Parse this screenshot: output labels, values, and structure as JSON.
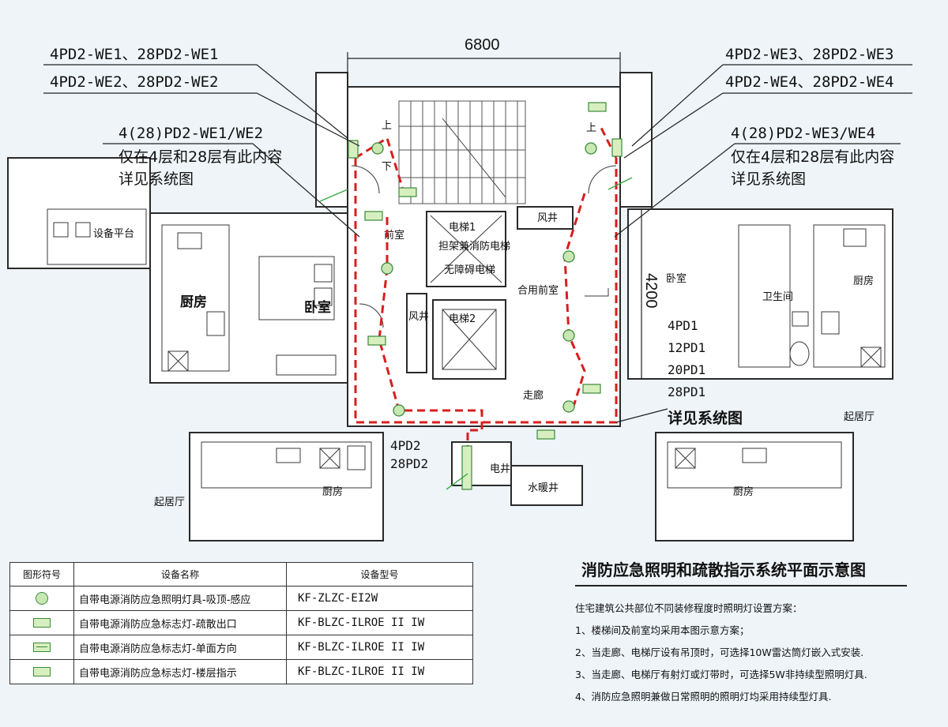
{
  "diagram": {
    "dimensions": {
      "width_label": "6800",
      "height_label": "4200"
    },
    "callouts": {
      "top_left_1": "4PD2-WE1、28PD2-WE1",
      "top_left_2": "4PD2-WE2、28PD2-WE2",
      "top_right_1": "4PD2-WE3、28PD2-WE3",
      "top_right_2": "4PD2-WE4、28PD2-WE4",
      "mid_left_1": "4(28)PD2-WE1/WE2",
      "mid_left_2": "仅在4层和28层有此内容",
      "mid_left_3": "详见系统图",
      "mid_right_1": "4(28)PD2-WE3/WE4",
      "mid_right_2": "仅在4层和28层有此内容",
      "mid_right_3": "详见系统图"
    },
    "panel_labels": {
      "left": [
        "4PD2",
        "28PD2"
      ],
      "right": [
        "4PD1",
        "12PD1",
        "20PD1",
        "28PD1"
      ],
      "right_note": "详见系统图"
    },
    "rooms": {
      "kitchen_left": "厨房",
      "bedroom_left": "卧室",
      "equipment_platform": "设备平台",
      "front_room": "前室",
      "elevator1": "电梯1",
      "elevator1_desc_1": "担架兼消防电梯",
      "elevator1_desc_2": "无障碍电梯",
      "elevator2": "电梯2",
      "shaft_left": "风井",
      "shaft_top": "风井",
      "shared_front_room": "合用前室",
      "corridor": "走廊",
      "bedroom_right": "卧室",
      "bathroom_right": "卫生间",
      "kitchen_right": "厨房",
      "living_right": "起居厅",
      "living_left_bottom": "起居厅",
      "kitchen_bottom_left": "厨房",
      "kitchen_bottom_right": "厨房",
      "elec_shaft": "电井",
      "water_shaft": "水暖井",
      "stair_up_1": "上",
      "stair_down": "下",
      "stair_up_2": "上"
    }
  },
  "legend": {
    "headers": [
      "图形符号",
      "设备名称",
      "设备型号"
    ],
    "rows": [
      {
        "icon": "round-lamp-icon",
        "name": "自带电源消防应急照明灯具-吸顶-感应",
        "model": "KF-ZLZC-EI2W"
      },
      {
        "icon": "exit-sign-icon",
        "name": "自带电源消防应急标志灯-疏散出口",
        "model": "KF-BLZC-ILROE II IW"
      },
      {
        "icon": "direction-sign-icon",
        "name": "自带电源消防应急标志灯-单面方向",
        "model": "KF-BLZC-ILROE II IW"
      },
      {
        "icon": "floor-sign-icon",
        "name": "自带电源消防应急标志灯-楼层指示",
        "model": "KF-BLZC-ILROE II IW"
      }
    ]
  },
  "notes": {
    "title": "消防应急照明和疏散指示系统平面示意图",
    "intro": "住宅建筑公共部位不同装修程度时照明灯设置方案：",
    "items": [
      "1、楼梯间及前室均采用本图示意方案；",
      "2、当走廊、电梯厅设有吊顶时，可选择10W雷达筒灯嵌入式安装.",
      "3、当走廊、电梯厅有射灯或灯带时，可选择5W非持续型照明灯具.",
      "4、消防应急照明兼做日常照明的照明灯均采用持续型灯具."
    ]
  },
  "colors": {
    "route": "#d81e1e",
    "device_fill": "#c9e7b3",
    "device_stroke": "#3a8a3a"
  }
}
